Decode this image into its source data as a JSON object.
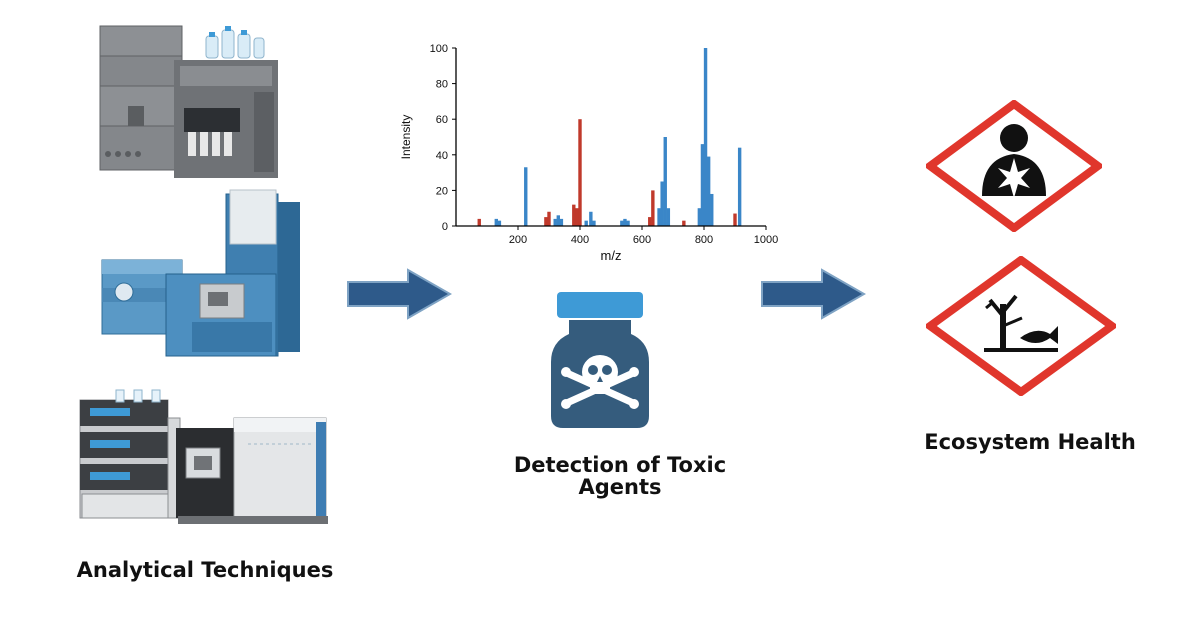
{
  "captions": {
    "left": "Analytical Techniques",
    "middle": "Detection of Toxic Agents",
    "right": "Ecosystem Health"
  },
  "icons": {
    "instruments": [
      "lc-system-icon",
      "mass-spectrometer-icon",
      "lc-ms-system-icon"
    ],
    "flow_arrows": [
      "arrow-right-icon",
      "arrow-right-icon"
    ],
    "toxic_agent": "poison-bottle-icon",
    "hazards": [
      "health-hazard-icon",
      "environmental-hazard-icon"
    ]
  },
  "colors": {
    "arrow": "#2E5A8A",
    "hazard_border": "#E0362C",
    "bottle": "#355C7D",
    "bottle_cap": "#3E9AD6",
    "series_blue": "#3A86C8",
    "series_red": "#C0392B"
  },
  "chart_data": {
    "type": "bar",
    "xlabel": "m/z",
    "ylabel": "Intensity",
    "xlim": [
      0,
      1000
    ],
    "ylim": [
      0,
      100
    ],
    "xticks": [
      200,
      400,
      600,
      800,
      1000
    ],
    "yticks": [
      0,
      20,
      40,
      60,
      80,
      100
    ],
    "series": [
      {
        "color": "#3A86C8",
        "points": [
          {
            "x": 130,
            "y": 4
          },
          {
            "x": 140,
            "y": 3
          },
          {
            "x": 225,
            "y": 33
          },
          {
            "x": 320,
            "y": 4
          },
          {
            "x": 330,
            "y": 6
          },
          {
            "x": 340,
            "y": 4
          },
          {
            "x": 420,
            "y": 3
          },
          {
            "x": 435,
            "y": 8
          },
          {
            "x": 445,
            "y": 3
          },
          {
            "x": 535,
            "y": 3
          },
          {
            "x": 545,
            "y": 4
          },
          {
            "x": 555,
            "y": 3
          },
          {
            "x": 655,
            "y": 10
          },
          {
            "x": 665,
            "y": 25
          },
          {
            "x": 675,
            "y": 50
          },
          {
            "x": 685,
            "y": 10
          },
          {
            "x": 785,
            "y": 10
          },
          {
            "x": 795,
            "y": 46
          },
          {
            "x": 805,
            "y": 100
          },
          {
            "x": 815,
            "y": 39
          },
          {
            "x": 825,
            "y": 18
          },
          {
            "x": 915,
            "y": 44
          }
        ]
      },
      {
        "color": "#C0392B",
        "points": [
          {
            "x": 75,
            "y": 4
          },
          {
            "x": 290,
            "y": 5
          },
          {
            "x": 300,
            "y": 8
          },
          {
            "x": 380,
            "y": 12
          },
          {
            "x": 390,
            "y": 10
          },
          {
            "x": 400,
            "y": 60
          },
          {
            "x": 625,
            "y": 5
          },
          {
            "x": 635,
            "y": 20
          },
          {
            "x": 735,
            "y": 3
          },
          {
            "x": 900,
            "y": 7
          }
        ]
      }
    ]
  }
}
